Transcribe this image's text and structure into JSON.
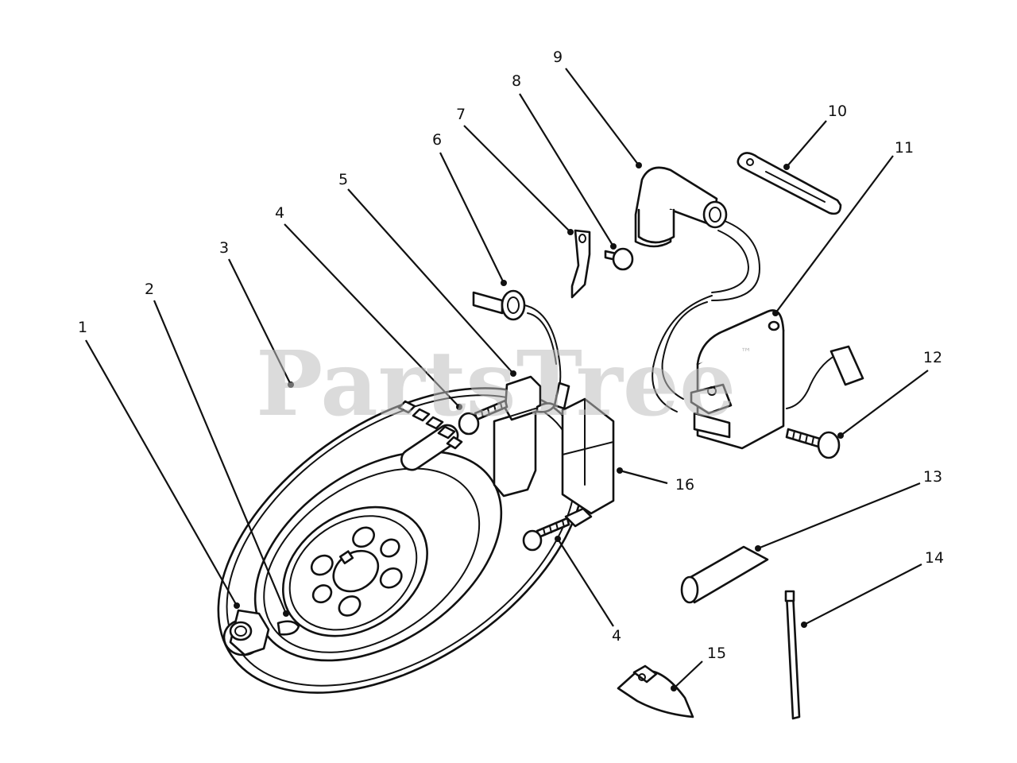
{
  "watermark": {
    "text": "PartsTree",
    "trademark": "™"
  },
  "callouts": [
    "1",
    "2",
    "3",
    "4",
    "5",
    "6",
    "7",
    "8",
    "9",
    "10",
    "11",
    "12",
    "13",
    "14",
    "15",
    "16",
    "4"
  ],
  "icons": [
    "flywheel",
    "flange-nut",
    "woodruff-key",
    "ignition-module",
    "screw",
    "grommet",
    "bracket",
    "spark-plug-boot",
    "ground-strap",
    "ignition-coil",
    "sleeve",
    "cable-tie",
    "clip"
  ]
}
